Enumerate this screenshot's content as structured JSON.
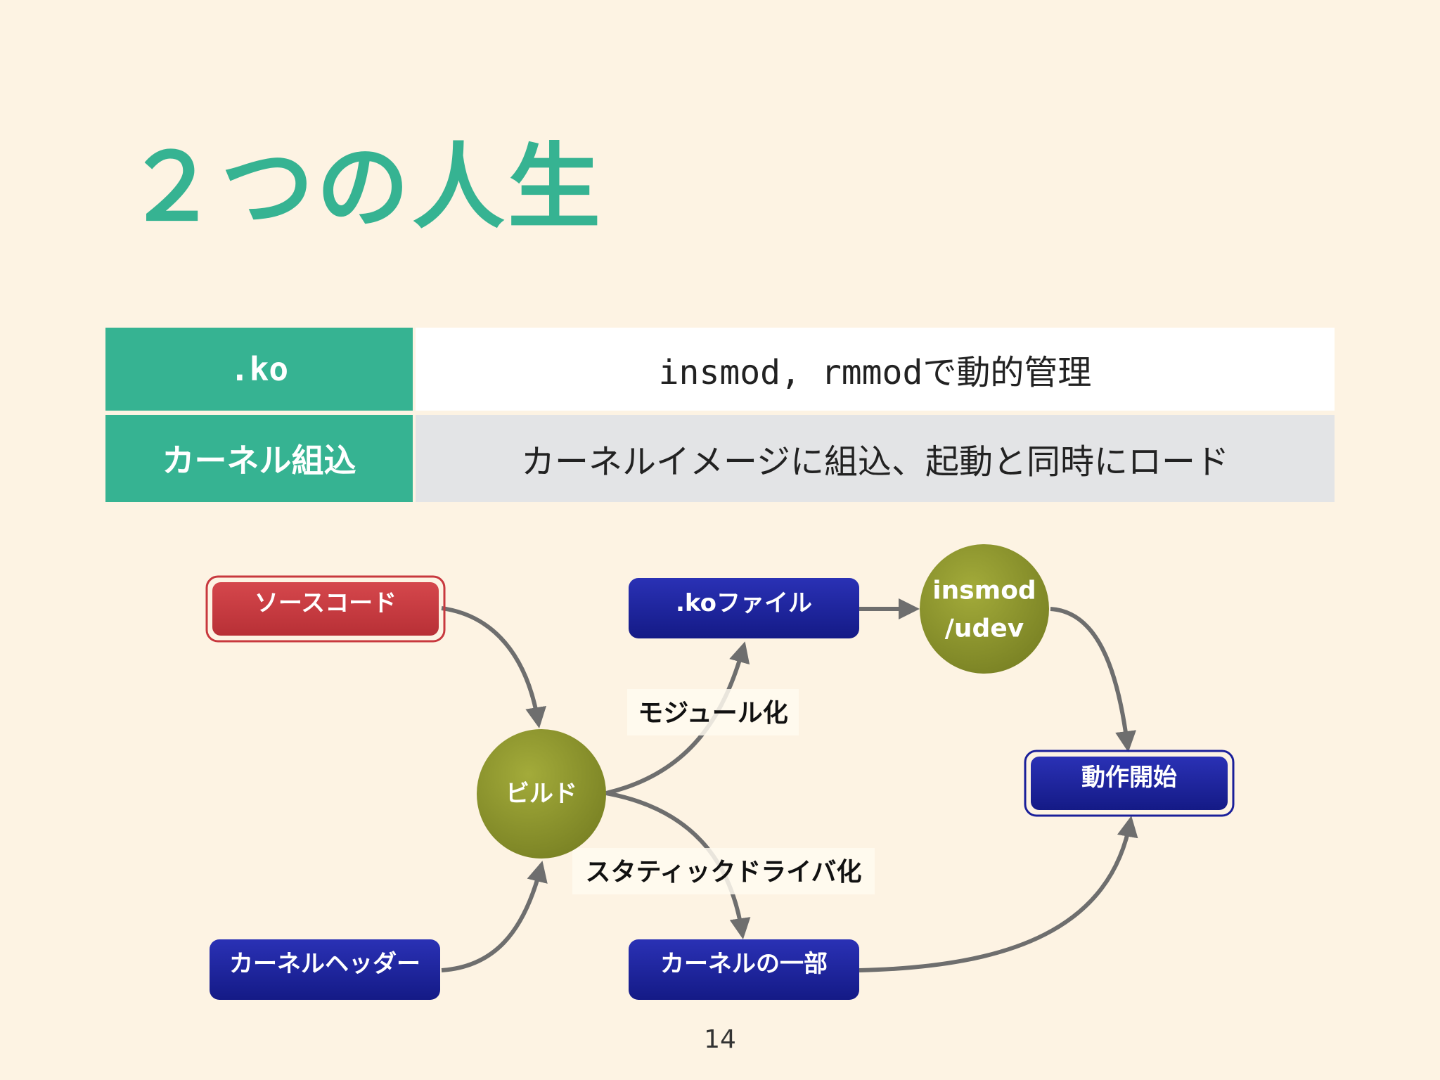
{
  "title": "２つの人生",
  "table": {
    "rows": [
      {
        "header": ".ko",
        "description": "insmod, rmmodで動的管理"
      },
      {
        "header": "カーネル組込",
        "description": "カーネルイメージに組込、起動と同時にロード"
      }
    ]
  },
  "diagram": {
    "nodes": {
      "source_code": "ソースコード",
      "kernel_header": "カーネルヘッダー",
      "build": "ビルド",
      "ko_file": ".koファイル",
      "kernel_part": "カーネルの一部",
      "insmod_line1": "insmod",
      "insmod_line2": "/udev",
      "start": "動作開始"
    },
    "edge_labels": {
      "module": "モジュール化",
      "static_driver": "スタティックドライバ化"
    },
    "colors": {
      "red_node": "#c8383e",
      "blue_node": "#1a1f9a",
      "olive_node": "#8a922a",
      "edge": "#6e6e6e",
      "accent": "#36b392"
    }
  },
  "page_number": "14"
}
